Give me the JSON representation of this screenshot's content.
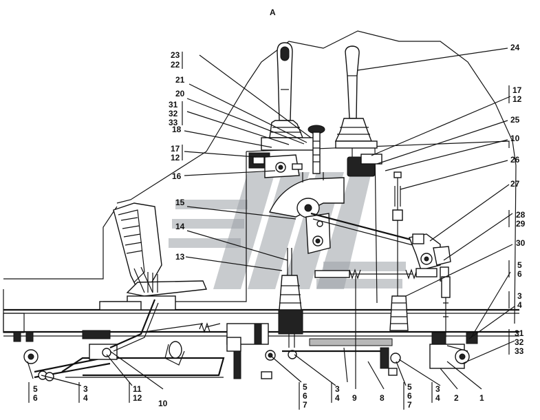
{
  "title": "A",
  "labels": {
    "l1": "1",
    "l2": "2",
    "l8": "8",
    "l9": "9",
    "l10a": "10",
    "l10b": "10",
    "l13": "13",
    "l14": "14",
    "l15": "15",
    "l16": "16",
    "l18": "18",
    "l20": "20",
    "l21": "21",
    "l24": "24",
    "l25": "25",
    "l26": "26",
    "l27": "27",
    "l30": "30",
    "g23_22": [
      "23",
      "22"
    ],
    "g31_32_33_top": [
      "31",
      "32",
      "33"
    ],
    "g17_12_left": [
      "17",
      "12"
    ],
    "g17_12_right": [
      "17",
      "12"
    ],
    "g28_29": [
      "28",
      "29"
    ],
    "g5_6_right": [
      "5",
      "6"
    ],
    "g3_4_right": [
      "3",
      "4"
    ],
    "g31_32_33_bottom": [
      "31",
      "32",
      "33"
    ],
    "g5_6_left": [
      "5",
      "6"
    ],
    "g3_4_left": [
      "3",
      "4"
    ],
    "g11_12": [
      "11",
      "12"
    ],
    "g5_6_7_a": [
      "5",
      "6",
      "7"
    ],
    "g3_4_mid": [
      "3",
      "4"
    ],
    "g5_6_7_b": [
      "5",
      "6",
      "7"
    ],
    "g3_4_b": [
      "3",
      "4"
    ]
  }
}
